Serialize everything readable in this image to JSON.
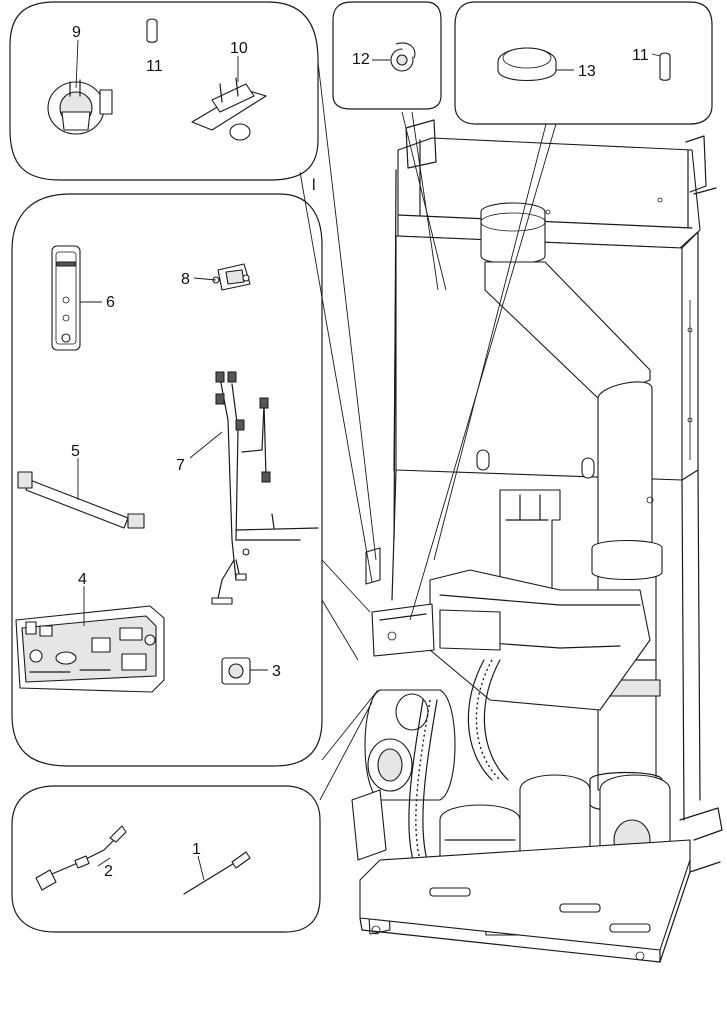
{
  "callouts": {
    "c1": "1",
    "c2": "2",
    "c3": "3",
    "c4": "4",
    "c5": "5",
    "c6": "6",
    "c7": "7",
    "c8": "8",
    "c9": "9",
    "c10": "10",
    "c11a": "11",
    "c11b": "11",
    "c12": "12",
    "c13": "13",
    "tick": "l"
  }
}
